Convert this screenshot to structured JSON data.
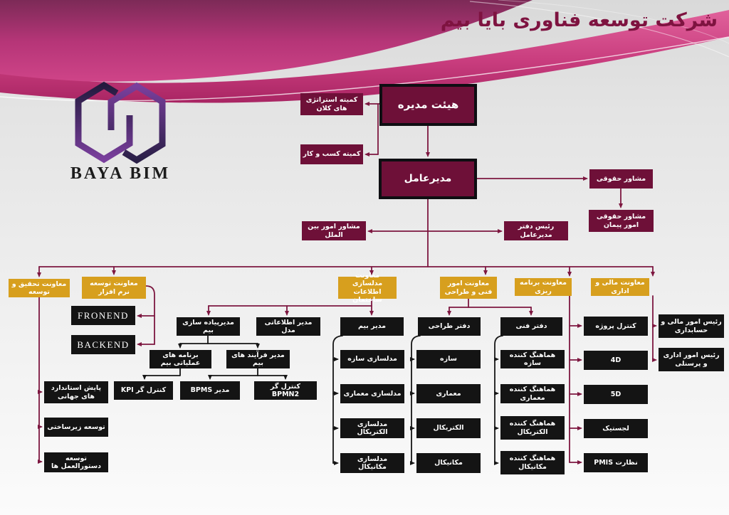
{
  "header": {
    "title": "شرکت توسعه فناوری بایا بیم",
    "logo_text": "BAYA BIM"
  },
  "colors": {
    "brand_pink": "#c93d7e",
    "deep_maroon": "#7e1340",
    "box_maroon": "#6e1038",
    "gold": "#d79f1e",
    "black_box": "#141414",
    "connector_maroon": "#7d1740",
    "connector_black": "#161616"
  },
  "nodes": {
    "board": "هیئت مدیره",
    "committee_strategy": "کمیته استراتژی های کلان",
    "committee_business": "کمیته کسب و کار",
    "ceo": "مدیرعامل",
    "legal_advisor": "مشاور حقوقی",
    "contract_legal_advisor": "مشاور حقوقی امور پیمان",
    "intl_advisor": "مشاور امور بین الملل",
    "ceo_office_head": "رئیس دفتر مدیرعامل",
    "dep_rnd": "معاونت تحقیق و توسعه",
    "dep_software": "معاونت توسعه نرم افزار",
    "dep_bim": "معاونت مدلسازی اطلاعات ساختمان",
    "dep_tech_design": "معاونت امور فنی و طراحی",
    "dep_planning": "معاونت برنامه ریزی",
    "dep_finance": "معاونت مالی و اداری",
    "frontend": "FRONEND",
    "backend": "BACKEND",
    "bim_impl_mgr": "مدیرپیاده سازی بیم",
    "model_info_mgr": "مدیر اطلاعاتی مدل",
    "bim_ops_programs": "برنامه های عملیاتی بیم",
    "bim_process_mgr": "مدیر فرآیند های بیم",
    "kpi_controller": "کنترل گر KPI",
    "bpms_mgr": "مدیر BPMS",
    "bpmn2_controller": "کنترل گر BPMN2",
    "monitor_standards": "پایش استاندارد های جهانی",
    "infra_dev": "توسعه زیرساختی",
    "guidelines_dev": "توسعه دستورالعمل ها",
    "bim_mgr": "مدیر بیم",
    "model_structure": "مدلسازی سازه",
    "model_arch": "مدلسازی معماری",
    "model_electrical": "مدلسازی الکتریکال",
    "model_mechanical": "مدلسازی مکانیکال",
    "design_office": "دفتر طراحی",
    "design_structure": "سازه",
    "design_arch": "معماری",
    "design_electrical": "الکتریکال",
    "design_mechanical": "مکانیکال",
    "tech_office": "دفتر فنی",
    "coord_structure": "هماهنگ کننده سازه",
    "coord_arch": "هماهنگ کننده معماری",
    "coord_electrical": "هماهنگ کننده الکتریکال",
    "coord_mechanical": "هماهنگ کننده مکانیکال",
    "project_control": "کنترل پروژه",
    "four_d": "4D",
    "five_d": "5D",
    "logistics": "لجستیک",
    "pmis_supervision": "نظارت PMIS",
    "finance_head": "رئیس امور مالی و حسابداری",
    "admin_head": "رئیس امور اداری و پرسنلی"
  }
}
